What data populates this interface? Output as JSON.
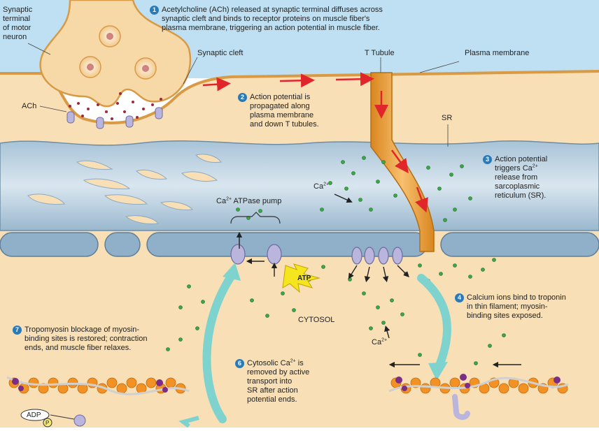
{
  "labels": {
    "neuron": "Synaptic\nterminal\nof motor\nneuron",
    "synaptic_cleft": "Synaptic cleft",
    "t_tubule": "T Tubule",
    "plasma_membrane": "Plasma membrane",
    "ach": "ACh",
    "sr": "SR",
    "ca_upper": "Ca",
    "ca_upper_sup": "2+",
    "pump_ca": "Ca",
    "pump_sup": "2+",
    "pump_rest": " ATPase pump",
    "atp": "ATP",
    "cytosol": "CYTOSOL",
    "ca_lower": "Ca",
    "ca_lower_sup": "2+",
    "adp": "ADP",
    "p": "P"
  },
  "steps": [
    {
      "num": "1",
      "text": "Acetylcholine (ACh) released at synaptic terminal diffuses across\nsynaptic cleft and binds to receptor proteins on muscle fiber's\nplasma membrane, triggering an action potential in muscle fiber."
    },
    {
      "num": "2",
      "text": "Action potential is\npropagated along\nplasma membrane\nand down T tubules."
    },
    {
      "num": "3",
      "text_a": "Action potential\ntriggers Ca",
      "sup": "2+",
      "text_b": "\nrelease from\nsarcoplasmic\nreticulum (SR)."
    },
    {
      "num": "4",
      "text": "Calcium ions bind to troponin\nin thin filament; myosin-\nbinding sites exposed."
    },
    {
      "num": "6",
      "text_a": "Cytosolic Ca",
      "sup": "2+",
      "text_b": " is\nremoved by active\ntransport into\nSR after action\npotential ends."
    },
    {
      "num": "7",
      "text": "Tropomyosin blockage of myosin-\nbinding sites is restored; contraction\nends, and muscle fiber relaxes."
    }
  ],
  "colors": {
    "cleft": "#bfe0f2",
    "neuron": "#f7d9a8",
    "muscle": "#f8dfb5",
    "sr": "#8fb0c8",
    "ttubule": "#f0a640",
    "arrow_red": "#e0262b",
    "arrow_teal": "#7fd3cf",
    "ca_dot": "#3aa845",
    "receptor": "#b9b5dc"
  }
}
